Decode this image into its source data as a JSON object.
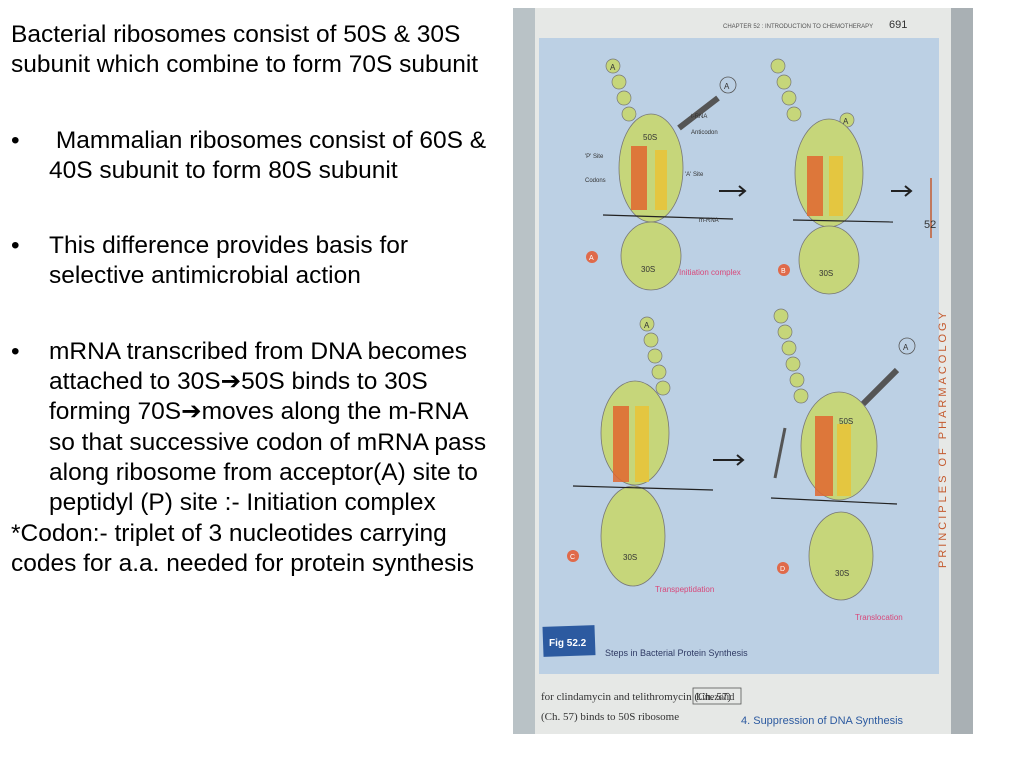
{
  "slide": {
    "intro": "Bacterial ribosomes consist of 50S & 30S subunit which combine to form 70S subunit",
    "bullets": [
      " Mammalian ribosomes consist of 60S & 40S subunit to form 80S subunit",
      "This difference provides basis for selective antimicrobial action",
      "mRNA transcribed from DNA becomes attached to 30S➔50S binds to 30S forming 70S➔moves along the m-RNA so that successive codon of mRNA pass along ribosome from acceptor(A) site to peptidyl (P) site :- Initiation complex"
    ],
    "bullet_symbol": "•",
    "footnote": "*Codon:- triplet of 3 nucleotides carrying codes for a.a. needed for protein synthesis"
  },
  "figure": {
    "header": "CHAPTER 52 : INTRODUCTION TO CHEMOTHERAPY",
    "page_number": "691",
    "chapter_tab": "52",
    "side_title": "PRINCIPLES OF PHARMACOLOGY",
    "panel_a": {
      "letter": "A",
      "caption": "Initiation complex",
      "large_subunit": "50S",
      "small_subunit": "30S",
      "label_trna": "t-RNA",
      "label_anticodon": "Anticodon",
      "label_p_site": "'P' Site",
      "label_a_site": "'A' Site",
      "label_codons": "Codons",
      "label_mrna": "m-RNA",
      "amino_acid": "A"
    },
    "panel_b": {
      "letter": "B",
      "small_subunit": "30S",
      "amino_acid": "A"
    },
    "panel_c": {
      "letter": "C",
      "caption": "Transpeptidation",
      "small_subunit": "30S",
      "amino_acid": "A"
    },
    "panel_d": {
      "letter": "D",
      "caption": "Translocation",
      "large_subunit": "50S",
      "small_subunit": "30S",
      "amino_acid": "A"
    },
    "fig_label": "Fig 52.2",
    "fig_caption": "Steps in Bacterial Protein Synthesis",
    "footer_line1": "for clindamycin and telithromycin (Ch. 57)",
    "footer_line2": "(Ch. 57) binds to 50S ribosome",
    "footer_drug": "Linezolid",
    "footer_heading": "4. Suppression of DNA Synthesis",
    "colors": {
      "page_blue": "#bcd0e4",
      "ribosome_green": "#c6d67a",
      "trna_red": "#e0662f",
      "trna_yellow": "#e7c43a",
      "caption_pink": "#d8487a",
      "fig_blue": "#2c5aa0"
    }
  }
}
